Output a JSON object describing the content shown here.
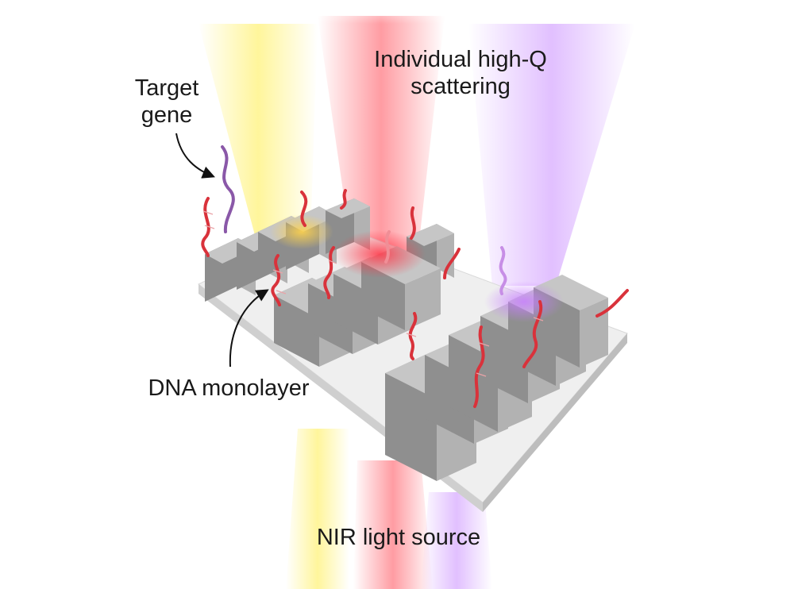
{
  "labels": {
    "target_gene_line1": "Target",
    "target_gene_line2": "gene",
    "scattering_line1": "Individual high-Q",
    "scattering_line2": "scattering",
    "dna_monolayer": "DNA monolayer",
    "light_source": "NIR light source"
  },
  "colors": {
    "beam_yellow": "#fff27a",
    "beam_red": "#ff4b57",
    "beam_purple": "#c98cff",
    "block": "#9a9a9a",
    "substrate": "#eeeeee",
    "dna_probe": "#d9323b",
    "dna_target": "#8a58a8",
    "text": "#1a1a1a"
  }
}
